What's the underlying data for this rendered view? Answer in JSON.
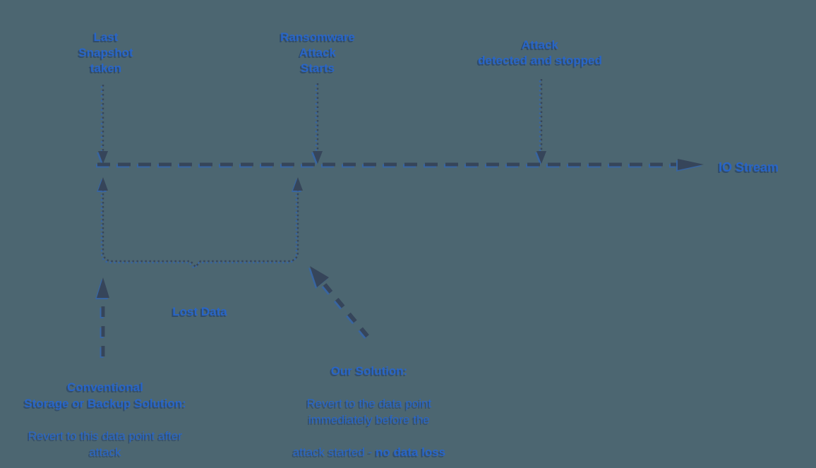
{
  "colors": {
    "background": "#4C6671",
    "text_blue": "#2865C8",
    "arrow_navy": "#36455A"
  },
  "events": [
    {
      "label": "Last\nSnapshot\ntaken"
    },
    {
      "label": "Ransomware\nAttack\nStarts"
    },
    {
      "label": "Attack\ndetected and stopped"
    }
  ],
  "timeline": {
    "io_stream_label": "IO Stream"
  },
  "lost_data": {
    "label": "Lost Data"
  },
  "conventional_solution": {
    "title": "Conventional\nStorage or Backup Solution:",
    "body": "Revert to this data point after\nattack"
  },
  "our_solution": {
    "title": "Our Solution:",
    "body": "Revert to the data point\nimmediately before the",
    "last_line_regular": "attack started - ",
    "last_line_bold": "no data loss"
  }
}
